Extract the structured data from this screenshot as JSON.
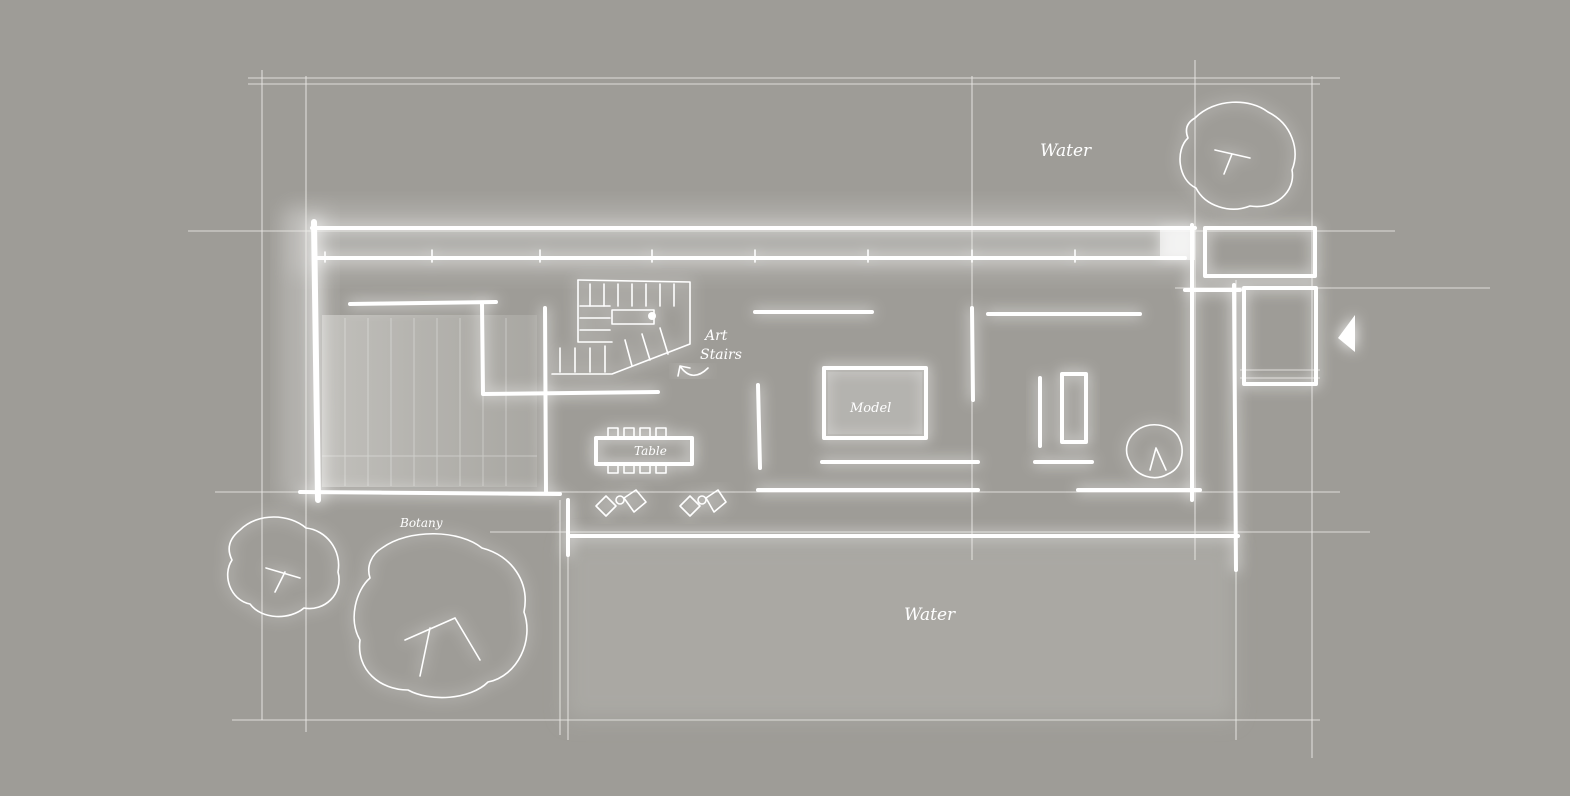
{
  "labels": {
    "water_top": "Water",
    "water_bottom": "Water",
    "art_stairs_line1": "Art",
    "art_stairs_line2": "Stairs",
    "model": "Model",
    "table": "Table",
    "botany": "Botany"
  },
  "colors": {
    "background": "#9e9c97",
    "line": "#ffffff"
  }
}
